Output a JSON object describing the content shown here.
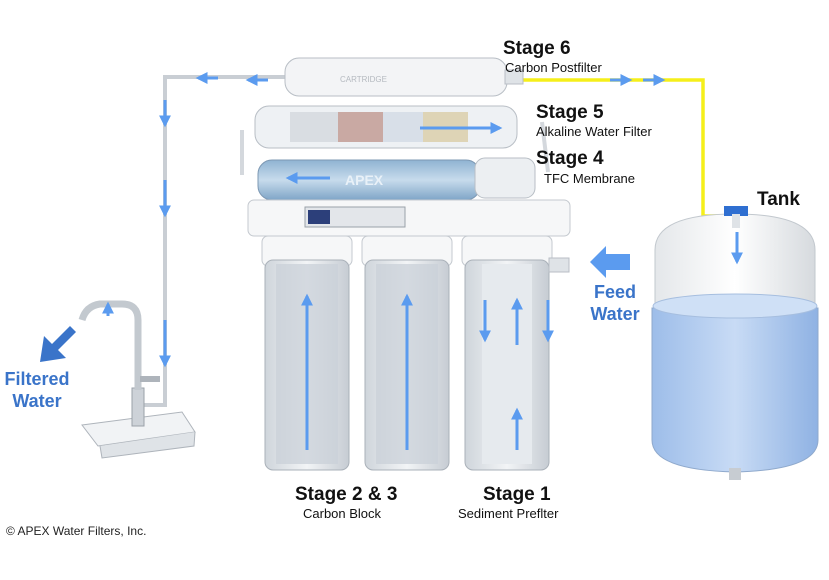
{
  "stages": {
    "s6": {
      "title": "Stage 6",
      "subtitle": "Carbon Postfilter"
    },
    "s5": {
      "title": "Stage 5",
      "subtitle": "Alkaline Water Filter"
    },
    "s4": {
      "title": "Stage 4",
      "subtitle": "TFC Membrane"
    },
    "s23": {
      "title": "Stage 2 & 3",
      "subtitle": "Carbon Block"
    },
    "s1": {
      "title": "Stage 1",
      "subtitle": "Sediment Preflter"
    }
  },
  "labels": {
    "tank": "Tank",
    "feed_line1": "Feed",
    "feed_line2": "Water",
    "filtered_line1": "Filtered",
    "filtered_line2": "Water",
    "copyright": "© APEX Water Filters, Inc."
  },
  "housing_text": {
    "cartridge": "CARTRIDGE",
    "brand": "APEX"
  },
  "colors": {
    "flow_arrow": "#5b9bef",
    "label_blue": "#3a74c9",
    "tank_line": "#f5ef1a",
    "tank_fill": "#a9c6ee"
  },
  "icons": [
    "flow-arrow-icon",
    "feed-arrow-icon",
    "filtered-arrow-icon"
  ]
}
